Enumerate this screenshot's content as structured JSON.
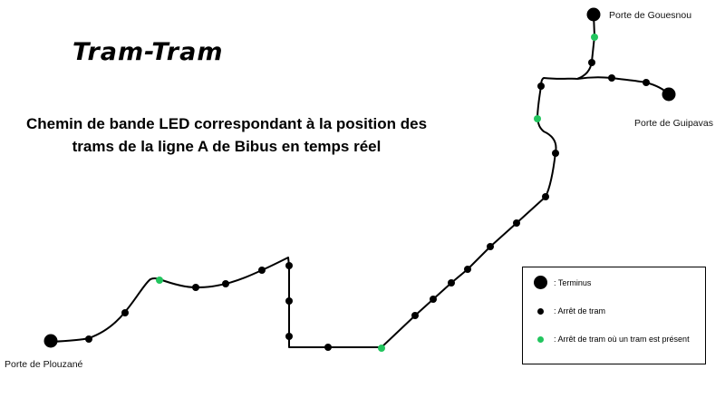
{
  "title": "Tram-Tram",
  "subtitle": {
    "line1": "Chemin de bande LED correspondant à la position des",
    "line2": "trams de la ligne A de Bibus en temps réel"
  },
  "termini": {
    "gouesnou": "Porte de Gouesnou",
    "guipavas": "Porte de Guipavas",
    "plouzane": "Porte de Plouzané"
  },
  "legend": {
    "terminus": ": Terminus",
    "stop": ": Arrêt de tram",
    "stop_with_tram": ": Arrêt de tram où un tram est présent"
  },
  "colors": {
    "line": "#000000",
    "stop": "#000000",
    "tram_present": "#22c55e"
  }
}
